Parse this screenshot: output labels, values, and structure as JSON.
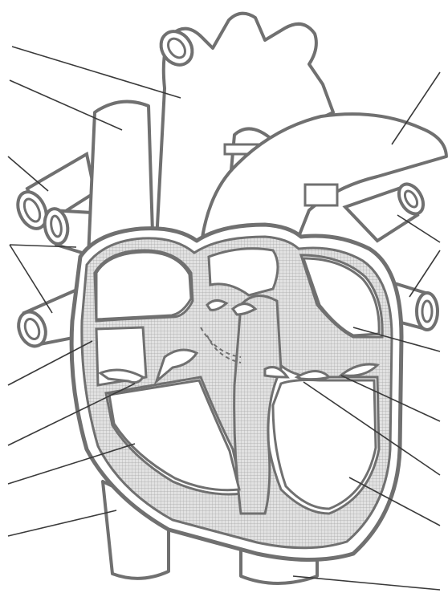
{
  "diagram": {
    "subject": "heart-cross-section-worksheet",
    "label_text": [],
    "colors": {
      "outline": "#707070",
      "fill": "#ffffff",
      "muscle_fill": "#dcdcdc",
      "muscle_grid": "#a8a8a8",
      "leader": "#3a3a3a"
    },
    "leader_lines": [
      {
        "name": "leader-left-1"
      },
      {
        "name": "leader-left-2"
      },
      {
        "name": "leader-left-3"
      },
      {
        "name": "leader-left-4a"
      },
      {
        "name": "leader-left-4b"
      },
      {
        "name": "leader-left-5"
      },
      {
        "name": "leader-left-6"
      },
      {
        "name": "leader-left-7"
      },
      {
        "name": "leader-left-8"
      },
      {
        "name": "leader-right-1"
      },
      {
        "name": "leader-right-2"
      },
      {
        "name": "leader-right-3"
      },
      {
        "name": "leader-right-4"
      },
      {
        "name": "leader-right-5"
      },
      {
        "name": "leader-right-6"
      },
      {
        "name": "leader-right-7"
      },
      {
        "name": "leader-bottom"
      }
    ]
  }
}
